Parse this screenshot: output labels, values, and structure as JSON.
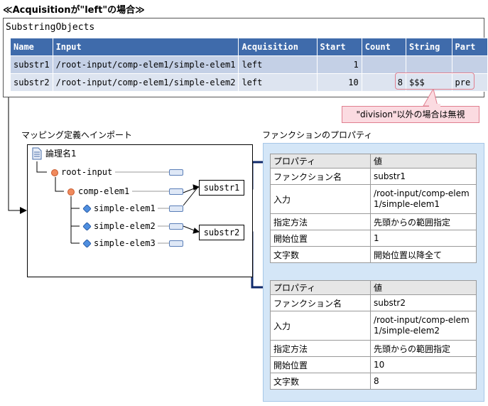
{
  "heading": "≪Acquisitionが\"left\"の場合≫",
  "substring_objects": {
    "title": "SubstringObjects",
    "columns": [
      "Name",
      "Input",
      "Acquisition",
      "Start",
      "Count",
      "String",
      "Part"
    ],
    "rows": [
      {
        "name": "substr1",
        "input": "/root-input/comp-elem1/simple-elem1",
        "acquisition": "left",
        "start": "1",
        "count": "",
        "string": "",
        "part": ""
      },
      {
        "name": "substr2",
        "input": "/root-input/comp-elem1/simple-elem2",
        "acquisition": "left",
        "start": "10",
        "count": "8",
        "string": "$$$",
        "part": "pre"
      }
    ],
    "callout": "\"division\"以外の場合は無視"
  },
  "mapping": {
    "label": "マッピング定義へインポート",
    "logical_name": "論理名1",
    "tree": {
      "root": "root-input",
      "comp": "comp-elem1",
      "simple": [
        "simple-elem1",
        "simple-elem2",
        "simple-elem3"
      ]
    },
    "functions": [
      "substr1",
      "substr2"
    ]
  },
  "properties": {
    "label": "ファンクションのプロパティ",
    "header": [
      "プロパティ",
      "値"
    ],
    "tables": [
      {
        "rows": [
          {
            "k": "ファンクション名",
            "v": "substr1"
          },
          {
            "k": "入力",
            "v": "/root-input/comp-elem1/simple-elem1"
          },
          {
            "k": "指定方法",
            "v": "先頭からの範囲指定"
          },
          {
            "k": "開始位置",
            "v": "1"
          },
          {
            "k": "文字数",
            "v": "開始位置以降全て"
          }
        ]
      },
      {
        "rows": [
          {
            "k": "ファンクション名",
            "v": "substr2"
          },
          {
            "k": "入力",
            "v": "/root-input/comp-elem1/simple-elem2"
          },
          {
            "k": "指定方法",
            "v": "先頭からの範囲指定"
          },
          {
            "k": "開始位置",
            "v": "10"
          },
          {
            "k": "文字数",
            "v": "8"
          }
        ]
      }
    ]
  },
  "colors": {
    "table_header": "#3f6bab",
    "row_a": "#c4d0e6",
    "row_b": "#dde4f0",
    "callout": "#fbdbe1",
    "prop_frame": "#d4e6f7",
    "arrow": "#0f2a6b"
  }
}
